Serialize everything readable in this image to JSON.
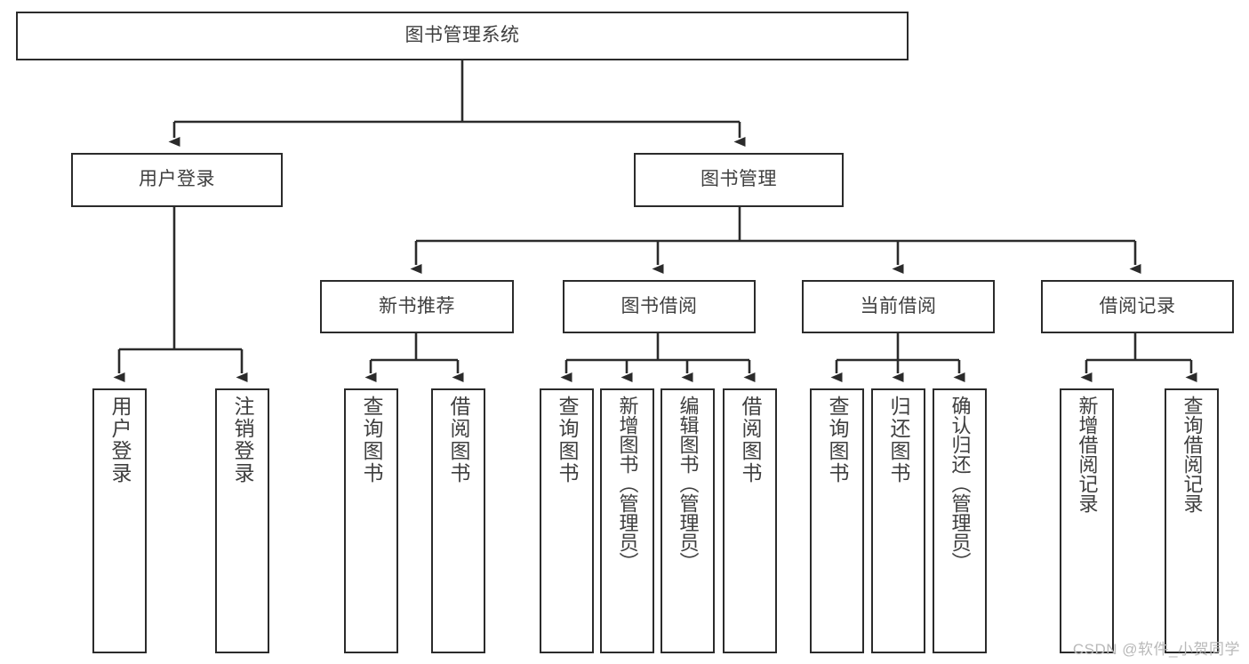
{
  "diagram": {
    "type": "tree-hierarchy-flowchart",
    "title": "图书管理系统",
    "orientation": "top-down",
    "colors": {
      "stroke": "#2b2b2b",
      "fill": "#ffffff",
      "text": "#3f3f3f",
      "watermark": "#b9b9b9"
    },
    "root": {
      "label": "图书管理系统"
    },
    "level2": [
      {
        "label": "用户登录"
      },
      {
        "label": "图书管理"
      }
    ],
    "level3": [
      {
        "label": "新书推荐"
      },
      {
        "label": "图书借阅"
      },
      {
        "label": "当前借阅"
      },
      {
        "label": "借阅记录"
      }
    ],
    "leaves": {
      "user_login": [
        {
          "label": "用户登录"
        },
        {
          "label": "注销登录"
        }
      ],
      "new_book_recommend": [
        {
          "label": "查询图书"
        },
        {
          "label": "借阅图书"
        }
      ],
      "book_borrow": [
        {
          "label": "查询图书"
        },
        {
          "label": "新增图书（管理员）"
        },
        {
          "label": "编辑图书（管理员）"
        },
        {
          "label": "借阅图书"
        }
      ],
      "current_borrow": [
        {
          "label": "查询图书"
        },
        {
          "label": "归还图书"
        },
        {
          "label": "确认归还（管理员）"
        }
      ],
      "borrow_record": [
        {
          "label": "新增借阅记录"
        },
        {
          "label": "查询借阅记录"
        }
      ]
    }
  },
  "watermark": {
    "text": "CSDN @软件_小贺同学"
  }
}
